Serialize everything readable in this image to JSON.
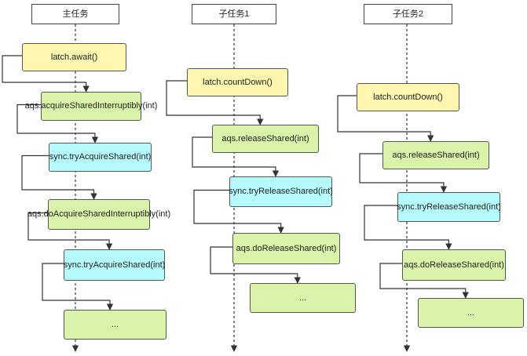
{
  "lanes": [
    {
      "header": "主任务",
      "nodes": [
        {
          "key": "await",
          "lines": [
            "latch.await()"
          ],
          "color": "yellow"
        },
        {
          "key": "acquire",
          "lines": [
            "aqs.acquireSharedInt",
            "erruptibly(int)"
          ],
          "color": "green"
        },
        {
          "key": "tryAcquire1",
          "lines": [
            "sync.tryAcquireShare",
            "d(int)"
          ],
          "color": "cyan"
        },
        {
          "key": "doAcquire",
          "lines": [
            "aqs.doAcquireShared",
            "Interruptibly(int)"
          ],
          "color": "green"
        },
        {
          "key": "tryAcquire2",
          "lines": [
            "sync.tryAcquireShare",
            "d(int)"
          ],
          "color": "cyan"
        },
        {
          "key": "more",
          "lines": [
            "..."
          ],
          "color": "green"
        }
      ]
    },
    {
      "header": "子任务1",
      "nodes": [
        {
          "key": "countDown",
          "lines": [
            "latch.countDown()"
          ],
          "color": "yellow"
        },
        {
          "key": "release",
          "lines": [
            "aqs.releaseShared(int)"
          ],
          "color": "green"
        },
        {
          "key": "tryRelease",
          "lines": [
            "sync.tryReleaseShare",
            "d(int)"
          ],
          "color": "cyan"
        },
        {
          "key": "doRelease",
          "lines": [
            "aqs.doReleaseShared(",
            "int)"
          ],
          "color": "green"
        },
        {
          "key": "more",
          "lines": [
            "..."
          ],
          "color": "green"
        }
      ]
    },
    {
      "header": "子任务2",
      "nodes": [
        {
          "key": "countDown",
          "lines": [
            "latch.countDown()"
          ],
          "color": "yellow"
        },
        {
          "key": "release",
          "lines": [
            "aqs.releaseShared(int)"
          ],
          "color": "green"
        },
        {
          "key": "tryRelease",
          "lines": [
            "sync.tryReleaseShare",
            "d(int)"
          ],
          "color": "cyan"
        },
        {
          "key": "doRelease",
          "lines": [
            "aqs.doReleaseShared(",
            "int)"
          ],
          "color": "green"
        },
        {
          "key": "more",
          "lines": [
            "..."
          ],
          "color": "green"
        }
      ]
    }
  ],
  "colors": {
    "yellow": "#fff6b0",
    "green": "#d9f3a9",
    "cyan": "#b6fbfc",
    "stroke": "#333333"
  }
}
